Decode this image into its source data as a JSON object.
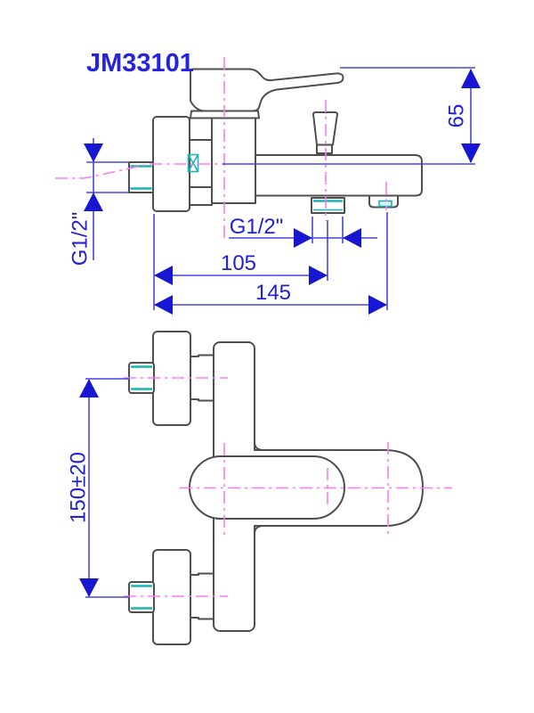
{
  "title": "JM33101",
  "dimensions": {
    "handle_height": "65",
    "inlet_thread": "G1/2\"",
    "outlet_thread": "G1/2\"",
    "wall_to_outlet_center": "105",
    "wall_to_spout_end": "145",
    "inlet_center_spacing": "150±20"
  },
  "colors": {
    "dimension_blue": "#2020d6",
    "dimension_line_blue": "#4747e2",
    "outline_gray": "#4f4f4f",
    "centerline_magenta": "#ff79f7",
    "thread_cyan": "#1ab4b4",
    "background": "#ffffff"
  },
  "views": {
    "side_view": "bath mixer side elevation",
    "front_view": "bath mixer front elevation"
  }
}
